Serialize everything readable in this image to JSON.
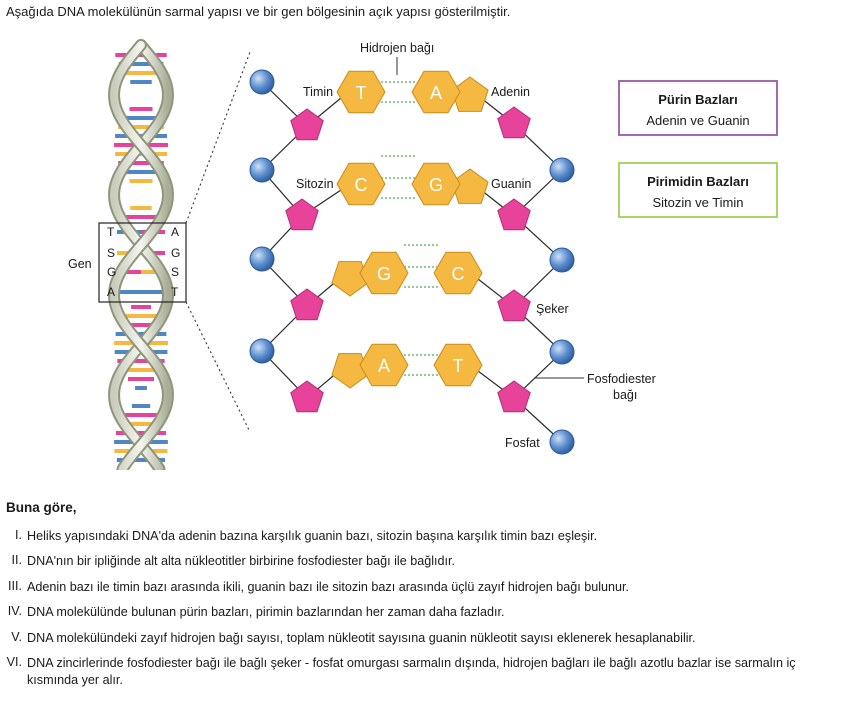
{
  "intro_text": "Aşağıda DNA molekülünün sarmal yapısı ve bir gen bölgesinin açık yapısı gösterilmiştir.",
  "helix": {
    "gen_label": "Gen",
    "pairs": [
      {
        "left": "T",
        "right": "A"
      },
      {
        "left": "S",
        "right": "G"
      },
      {
        "left": "G",
        "right": "S"
      },
      {
        "left": "A",
        "right": "T"
      }
    ]
  },
  "labels": {
    "hydrogen_bond": "Hidrojen bağı",
    "thymine": "Timin",
    "adenine": "Adenin",
    "cytosine": "Sitozin",
    "guanine": "Guanin",
    "sugar": "Şeker",
    "phosphodiester_line1": "Fosfodiester",
    "phosphodiester_line2": "bağı",
    "phosphate": "Fosfat"
  },
  "rungs": [
    {
      "left": "T",
      "right": "A"
    },
    {
      "left": "C",
      "right": "G"
    },
    {
      "left": "G",
      "right": "C"
    },
    {
      "left": "A",
      "right": "T"
    }
  ],
  "purine_box": {
    "title": "Pürin Bazları",
    "subtitle": "Adenin ve Guanin"
  },
  "pyrimidine_box": {
    "title": "Pirimidin Bazları",
    "subtitle": "Sitozin ve Timin"
  },
  "colors": {
    "phosphate": "#4f86c6",
    "sugar": "#e8439b",
    "base": "#f5b942",
    "purine_border": "#a569b3",
    "pyrimidine_border": "#a9d468",
    "helix_backbone": "#8f9579"
  },
  "question_heading": "Buna göre,",
  "statements": [
    {
      "num": "I.",
      "text": "Heliks yapısındaki DNA'da adenin bazına karşılık guanin bazı, sitozin başına karşılık timin bazı eşleşir."
    },
    {
      "num": "II.",
      "text": "DNA'nın bir ipliğinde alt alta nükleotitler birbirine fosfodiester bağı ile bağlıdır."
    },
    {
      "num": "III.",
      "text": "Adenin bazı ile timin bazı arasında ikili, guanin bazı ile sitozin bazı arasında üçlü zayıf hidrojen bağı bulunur."
    },
    {
      "num": "IV.",
      "text": "DNA molekülünde bulunan pürin bazları, pirimin bazlarından her zaman daha fazladır."
    },
    {
      "num": "V.",
      "text": "DNA molekülündeki zayıf hidrojen bağı sayısı, toplam nükleotit sayısına guanin nükleotit sayısı eklenerek hesaplanabilir."
    },
    {
      "num": "VI.",
      "text": "DNA zincirlerinde fosfodiester bağı ile bağlı şeker - fosfat omurgası sarmalın dışında, hidrojen bağları ile bağlı azotlu bazlar ise sarmalın iç kısmında yer alır."
    }
  ]
}
